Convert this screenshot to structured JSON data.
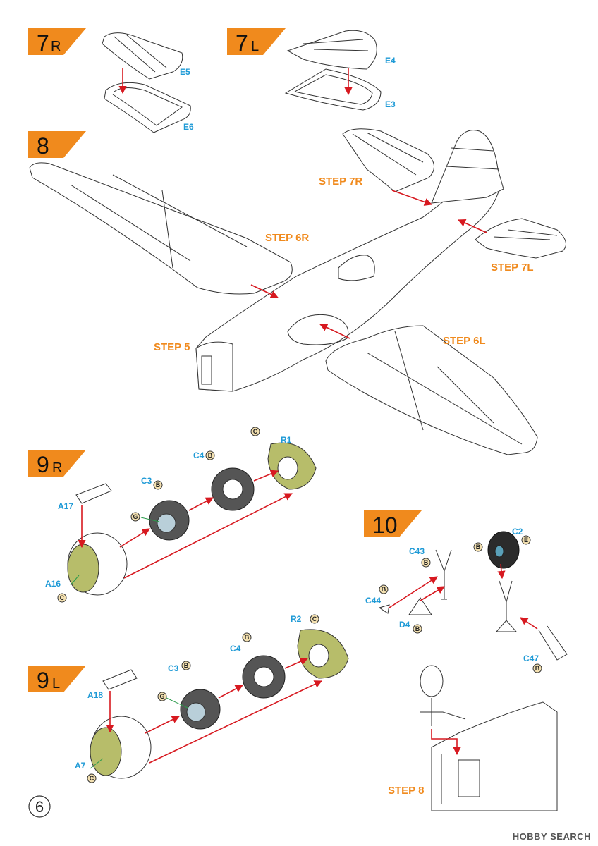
{
  "page": {
    "number": "6"
  },
  "steps": {
    "s7r": {
      "num": "7",
      "sub": "R"
    },
    "s7l": {
      "num": "7",
      "sub": "L"
    },
    "s8": {
      "num": "8"
    },
    "s9r": {
      "num": "9",
      "sub": "R"
    },
    "s9l": {
      "num": "9",
      "sub": "L"
    },
    "s10": {
      "num": "10"
    }
  },
  "references": {
    "step7r": "STEP 7R",
    "step6r": "STEP 6R",
    "step7l": "STEP 7L",
    "step5": "STEP 5",
    "step6l": "STEP 6L",
    "step8": "STEP 8"
  },
  "parts": {
    "e5": "E5",
    "e6": "E6",
    "e4": "E4",
    "e3": "E3",
    "r1": "R1",
    "c4a": "C4",
    "c3a": "C3",
    "a17": "A17",
    "a16": "A16",
    "r2": "R2",
    "c4b": "C4",
    "c3b": "C3",
    "a18": "A18",
    "a7": "A7",
    "c2": "C2",
    "c43": "C43",
    "c44": "C44",
    "d4": "D4",
    "c47": "C47"
  },
  "paint": {
    "c": "C",
    "b": "B",
    "g": "G",
    "e": "E"
  },
  "colors": {
    "accent": "#f08a1d",
    "part_label": "#1e9ad6",
    "arrow": "#d71920",
    "interior_green": "#b7bd6a"
  },
  "watermark": "HOBBY SEARCH"
}
